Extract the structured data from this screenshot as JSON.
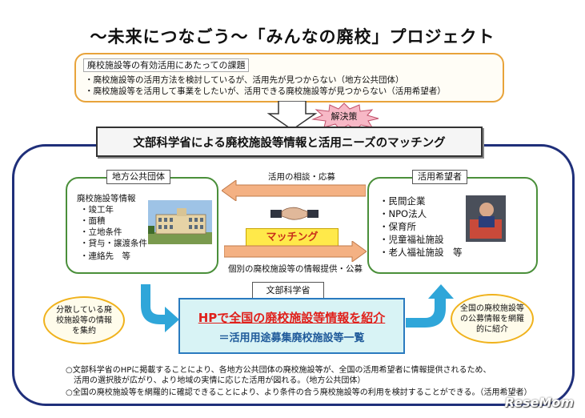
{
  "title": "〜未来につなごう〜「みんなの廃校」プロジェクト",
  "issues": {
    "heading": "廃校施設等の有効活用にあたっての課題",
    "items": [
      "・廃校施設等の活用方法を検討しているが、活用先が見つからない（地方公共団体）",
      "・廃校施設等を活用して事業をしたいが、活用できる廃校施設等が見つからない（活用希望者）"
    ]
  },
  "solution_label": "解決策",
  "banner": "文部科学省による廃校施設等情報と活用ニーズのマッチング",
  "local_gov": {
    "tab": "地方公共団体",
    "heading": "廃校施設等情報",
    "items": [
      "・竣工年",
      "・面積",
      "・立地条件",
      "・貸与・譲渡条件",
      "・連絡先　等"
    ]
  },
  "applicants": {
    "tab": "活用希望者",
    "items": [
      "・民間企業",
      "・NPO法人",
      "・保育所",
      "・児童福祉施設",
      "・老人福祉施設　等"
    ]
  },
  "arrows": {
    "top": "活用の相談・応募",
    "bottom": "個別の廃校施設等の情報提供・公募"
  },
  "matching": "マッチング",
  "mext": "文部科学省",
  "hp": {
    "line1": "HPで全国の廃校施設等情報を紹介",
    "line2": "＝活用用途募集廃校施設等一覧"
  },
  "left_oval": "分散している廃校施設等の情報を集約",
  "right_oval": "全国の廃校施設等の公募情報を網羅的に紹介",
  "notes": [
    "○文部科学省のHPに掲載することにより、各地方公共団体の廃校施設等が、全国の活用希望者に情報提供されるため、",
    "　活用の選択肢が広がり、より地域の実情に応じた活用が図れる。（地方公共団体）",
    "○全国の廃校施設等を網羅的に確認できることにより、より条件の合う廃校施設等の利用を検討することができる。（活用希望者）"
  ],
  "watermark": "ReseMom",
  "colors": {
    "frame": "#1f2f7a",
    "issue_border": "#e8a33a",
    "box_border": "#4a8f3a",
    "hp_fill": "#d8f3f5",
    "hp_red": "#e0201b",
    "arrow_orange": "#f4b183",
    "arrow_blue": "#2fa6d9",
    "burst": "#f7b8c6",
    "matching_fill": "#ffe94a"
  },
  "icons": {
    "handshake": "handshake-icon",
    "school_photo": "school-building-photo",
    "worker_photo": "worker-photo"
  }
}
